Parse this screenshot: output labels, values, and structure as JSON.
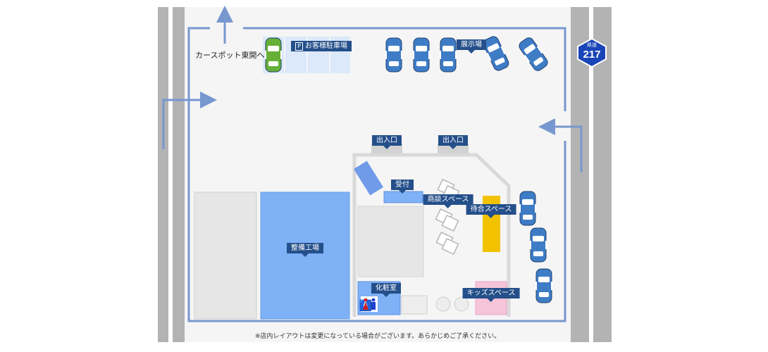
{
  "map": {
    "direction_label": "カースポット東開へ",
    "parking_label": "お客様駐車場",
    "parking_icon": "P",
    "display_label": "展示場",
    "entrance_labels": [
      "出入口",
      "出入口"
    ],
    "reception_label": "受付",
    "negotiation_label": "商談スペース",
    "waiting_label": "待合スペース",
    "workshop_label": "整備工場",
    "restroom_label": "化粧室",
    "kids_label": "キッズスペース",
    "route_sign": {
      "prefix": "県道",
      "number": "217"
    },
    "footnote": "※店内レイアウトは変更になっている場合がございます。あらかじめご了承ください。"
  },
  "colors": {
    "road": "#b3b3b3",
    "route_arrow": "#7797cf",
    "label_bg": "#244f8a",
    "display_car": "#3e7cc6",
    "customer_car": "#66b038",
    "workshop": "#7eb1f5",
    "waiting": "#f2c200",
    "kids": "#f6c4d8",
    "sign": "#1a45b8"
  }
}
